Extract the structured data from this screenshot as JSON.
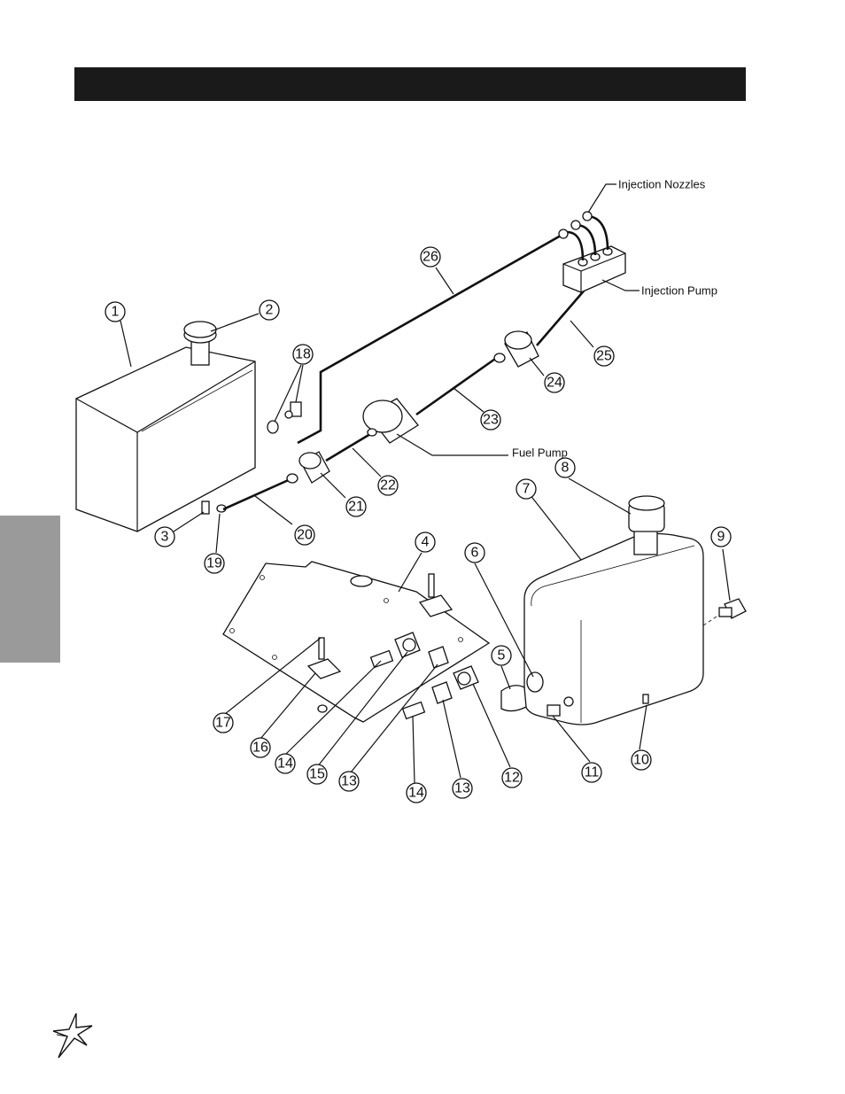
{
  "header": {
    "title": ""
  },
  "labels": {
    "injection_nozzles": "Injection Nozzles",
    "injection_pump": "Injection Pump",
    "fuel_pump": "Fuel Pump"
  },
  "callouts": [
    "1",
    "2",
    "3",
    "4",
    "5",
    "6",
    "7",
    "8",
    "9",
    "10",
    "11",
    "12",
    "13",
    "13",
    "14",
    "14",
    "15",
    "16",
    "17",
    "18",
    "19",
    "20",
    "21",
    "22",
    "23",
    "24",
    "25",
    "26"
  ],
  "colors": {
    "header_bar": "#1a1a1a",
    "side_tab": "#9a9a9a",
    "line": "#111111"
  },
  "icons": {
    "logo": "star-burst-logo-icon"
  }
}
